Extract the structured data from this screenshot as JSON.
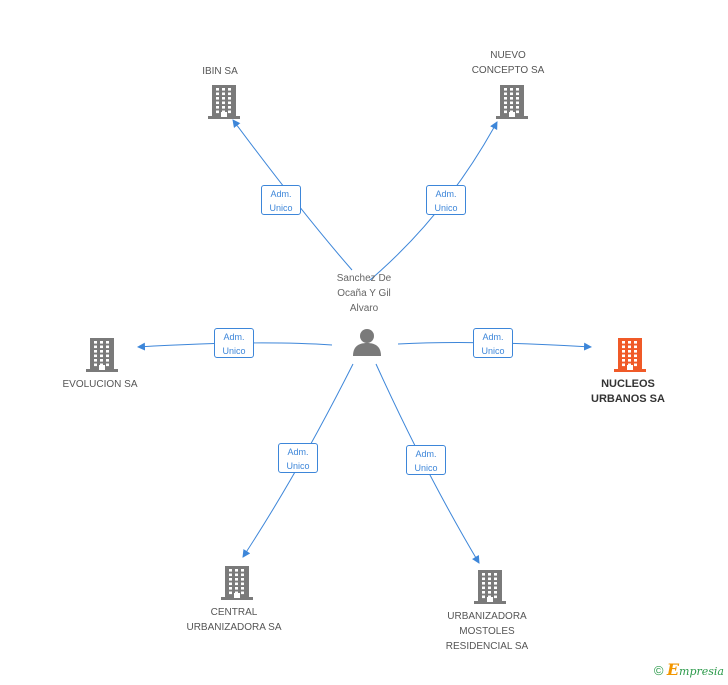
{
  "center_person": {
    "name": "Sanchez De\nOcaña Y Gil\nAlvaro",
    "icon": "person-icon"
  },
  "companies": [
    {
      "id": "ibin",
      "name": "IBIN SA",
      "icon": "building-icon",
      "focus": false
    },
    {
      "id": "nuevo",
      "name": "NUEVO\nCONCEPTO SA",
      "icon": "building-icon",
      "focus": false
    },
    {
      "id": "evolucion",
      "name": "EVOLUCION SA",
      "icon": "building-icon",
      "focus": false
    },
    {
      "id": "nucleos",
      "name": "NUCLEOS\nURBANOS SA",
      "icon": "building-icon",
      "focus": true
    },
    {
      "id": "central",
      "name": "CENTRAL\nURBANIZADORA SA",
      "icon": "building-icon",
      "focus": false
    },
    {
      "id": "mostoles",
      "name": "URBANIZADORA\nMOSTOLES\nRESIDENCIAL SA",
      "icon": "building-icon",
      "focus": false
    }
  ],
  "edges": [
    {
      "to": "ibin",
      "label": "Adm.\nUnico"
    },
    {
      "to": "nuevo",
      "label": "Adm.\nUnico"
    },
    {
      "to": "evolucion",
      "label": "Adm.\nUnico"
    },
    {
      "to": "nucleos",
      "label": "Adm.\nUnico"
    },
    {
      "to": "central",
      "label": "Adm.\nUnico"
    },
    {
      "to": "mostoles",
      "label": "Adm.\nUnico"
    }
  ],
  "colors": {
    "edge": "#3d86d9",
    "building": "#7a7a7a",
    "building_focus": "#f05a28",
    "person": "#7a7a7a"
  },
  "footer": {
    "copyright": "©",
    "brand_initial": "E",
    "brand_rest": "mpresia"
  }
}
